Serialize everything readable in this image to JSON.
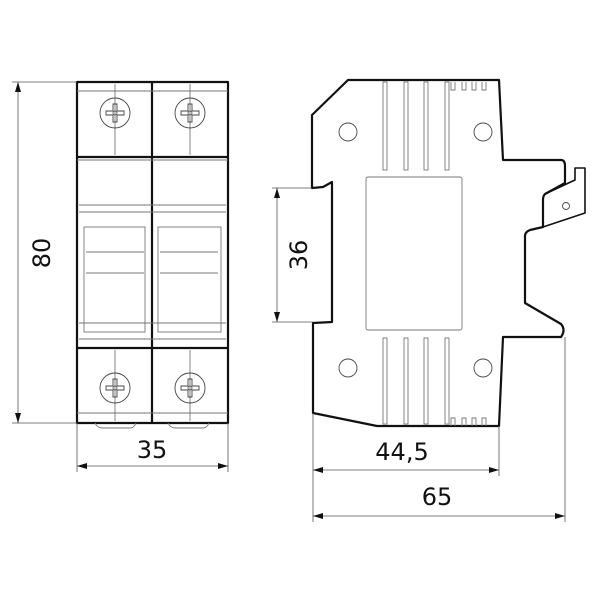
{
  "title": "Circuit breaker 2-pole dimensional drawing",
  "units": "mm",
  "dimensions": {
    "height": "80",
    "width": "35",
    "din_rail": "36",
    "front_depth": "44,5",
    "total_depth": "65"
  },
  "poles": 2,
  "colors": {
    "outline": "#111111",
    "detail": "#777777"
  }
}
